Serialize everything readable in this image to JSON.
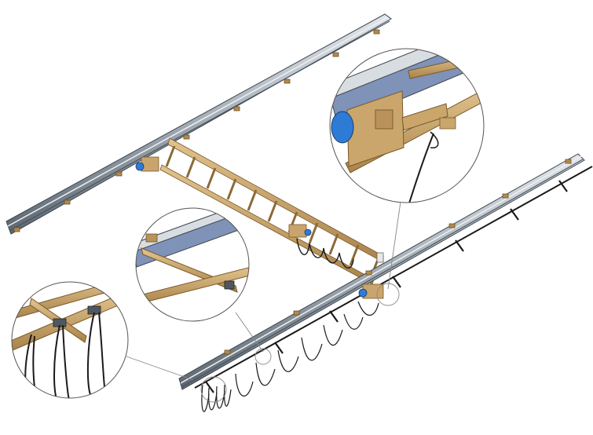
{
  "figure": {
    "background": "#ffffff",
    "colors": {
      "rail_steel": "#9aa3ad",
      "rail_dark": "#4e5862",
      "rail_light": "#d8dde2",
      "rail_blue_face": "#7f92b8",
      "beam_wood": "#c9a46c",
      "beam_dark": "#8c6a36",
      "motor_blue": "#2e7bd6",
      "cable_black": "#1a1a1a",
      "leader_line": "#888888",
      "callout_ring": "#555555"
    },
    "components": [
      {
        "id": "far-runway-rail",
        "icon": "runway-rail"
      },
      {
        "id": "near-runway-rail",
        "icon": "runway-rail"
      },
      {
        "id": "bridge-girder",
        "icon": "ladder-beam"
      },
      {
        "id": "festoon-cable-system",
        "icon": "festoon-cable"
      },
      {
        "id": "end-truck-drive",
        "icon": "motor-drive"
      }
    ],
    "detail_views": [
      {
        "id": "detail-end-truck-motor",
        "subject": "end-truck-drive"
      },
      {
        "id": "detail-rail-junction",
        "subject": "bridge-girder"
      },
      {
        "id": "detail-festoon-hangers",
        "subject": "festoon-cable-system"
      }
    ]
  }
}
